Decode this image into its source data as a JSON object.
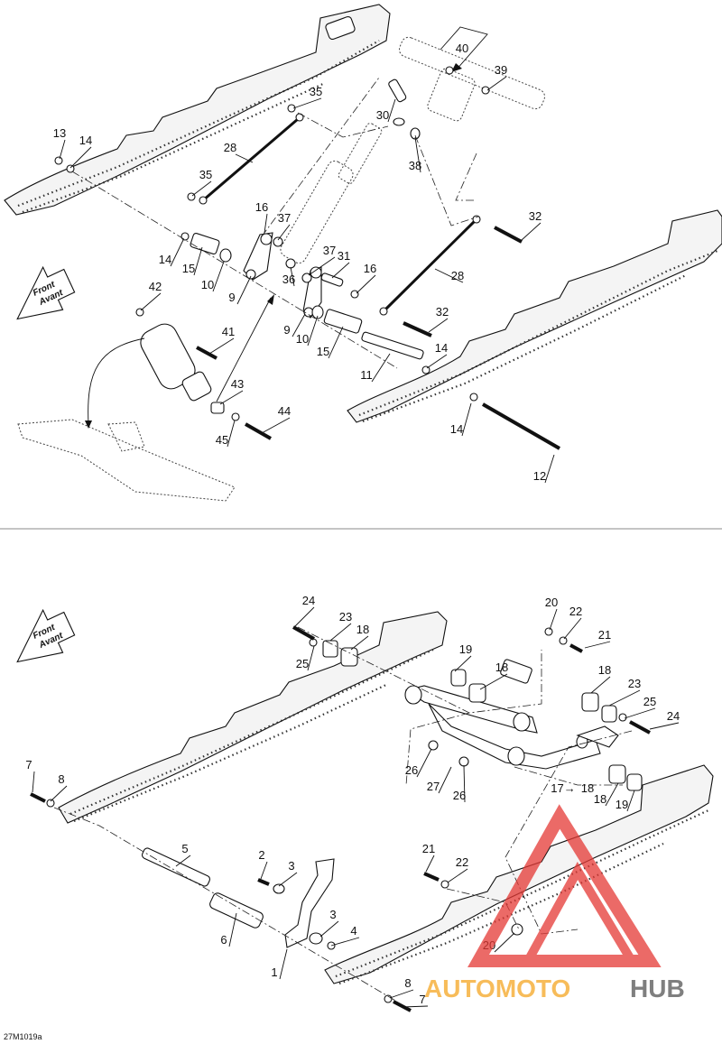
{
  "direction_arrow": {
    "line1": "Front",
    "line2": "Avant"
  },
  "diagram_code": "27M1019a",
  "watermark": {
    "part1": "AUTOMOTO",
    "part2": "HUB",
    "color1": "#f5a623",
    "color2": "#555555",
    "logo_color": "#e53935"
  },
  "top_labels": [
    "40",
    "39",
    "30",
    "38",
    "35",
    "28",
    "35",
    "13",
    "14",
    "16",
    "37",
    "36",
    "37",
    "31",
    "16",
    "32",
    "28",
    "32",
    "14",
    "15",
    "10",
    "9",
    "9",
    "10",
    "15",
    "11",
    "14",
    "14",
    "12",
    "42",
    "41",
    "43",
    "45",
    "44"
  ],
  "bottom_labels": [
    "24",
    "23",
    "18",
    "25",
    "19",
    "18",
    "20",
    "22",
    "21",
    "18",
    "23",
    "25",
    "24",
    "7",
    "8",
    "26",
    "27",
    "26",
    "17→",
    "18",
    "18",
    "19",
    "5",
    "2",
    "3",
    "6",
    "3",
    "4",
    "1",
    "21",
    "22",
    "20",
    "8",
    "7"
  ]
}
